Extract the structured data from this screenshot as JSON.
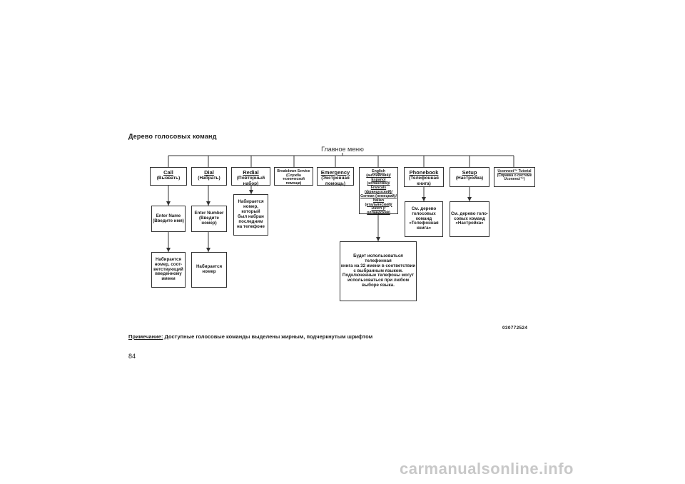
{
  "title": "Дерево голосовых команд",
  "main_menu": "Главное меню",
  "level1": [
    {
      "name": "Call",
      "sub": "(Вызвать)"
    },
    {
      "name": "Dial",
      "sub": "(Набрать)"
    },
    {
      "name": "Redial",
      "sub": "(Повторный\nнабор)"
    },
    {
      "name": "Breakdown Service",
      "sub": "(Служба технической\nпомощи)"
    },
    {
      "name": "Emergency",
      "sub": "(Экстренная\nпомощь)"
    },
    {
      "name": "English (английский)/\nEspanol (испанский)/\nFrancais\n(французский)/\nGerman (немецкий)/\nItalian (итальянский)/\nDutch (г олландский)",
      "sub": ""
    },
    {
      "name": "Phonebook",
      "sub": "(Телефонная\nкнига)"
    },
    {
      "name": "Setup",
      "sub": "(Настройка)"
    },
    {
      "name": "Uconnect™ Tutorial",
      "sub": "(Справка о системе\nUconnect™)"
    }
  ],
  "level2": {
    "call": "Enter Name\n(Введите имя)",
    "dial": "Enter Number\n(Введите номер)",
    "redial": "Набирается\nномер, который\nбыл набран\nпоследним\nна телефоне",
    "phonebook": "См. дерево\nголосовых\nкоманд\n«Телефонная\nкнига»",
    "setup": "См. дерево голо-\nсовых команд\n«Настройка»"
  },
  "level3": {
    "call": "Набирается\nномер, соот-\nветствующий\nвведенному\nимени",
    "dial": "Набирается\nномер",
    "language": "Будет использоваться телефонная\nкнига на 32 имени в соответствии\nс выбранным языком.\nПодключенные телефоны могут\nиспользоваться при любом\nвыборе языка."
  },
  "figure_code": "030772524",
  "note_label": "Примечание:",
  "note_text": " Доступные голосовые команды выделены жирным, подчеркнутым шрифтом",
  "page_number": "84",
  "footer": "carmanualsonline.info"
}
